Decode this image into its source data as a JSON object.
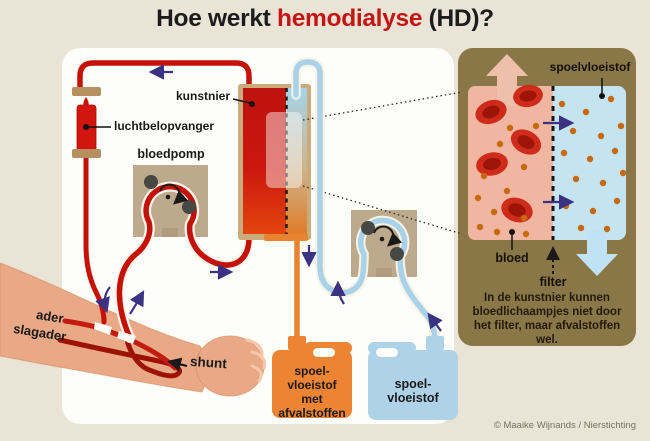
{
  "title": {
    "pre": "Hoe werkt ",
    "highlight": "hemodialyse",
    "post": " (HD)?"
  },
  "machine": {
    "kunstnier_label": "kunstnier",
    "air_trap_label": "luchtbelopvanger",
    "blood_pump_label": "bloedpomp"
  },
  "arm": {
    "vein_label": "ader",
    "artery_label": "slagader",
    "shunt_label": "shunt"
  },
  "containers": {
    "waste_can_label": "spoel-\nvloeistof\nmet\nafvalstoffen",
    "clean_can_label": "spoel-\nvloeistof"
  },
  "inset": {
    "dialysate_label": "spoelvloeistof",
    "blood_label": "bloed",
    "filter_label": "filter",
    "caption": "In de kunstnier kunnen\nbloedlichaampjes niet door\nhet filter, maar afvalstoffen wel."
  },
  "credit": "© Maaike Wijnands / Nierstichting",
  "colors": {
    "background": "#e9e4d6",
    "panel_white": "#fdfdf9",
    "inset_panel_olive": "#8a7747",
    "blood_red": "#c41208",
    "dialysate_blue": "#a8d2e8",
    "waste_orange": "#e8842f",
    "flow_arrow_indigo": "#3b3283",
    "skin": "#e9a987",
    "title_accent": "#c41414",
    "pump_box_tan": "#bda98b",
    "inset_blood_pink": "#f1b6a1",
    "inset_dialysate_blue": "#c5e4f2",
    "waste_dot_orange": "#c8690f"
  }
}
